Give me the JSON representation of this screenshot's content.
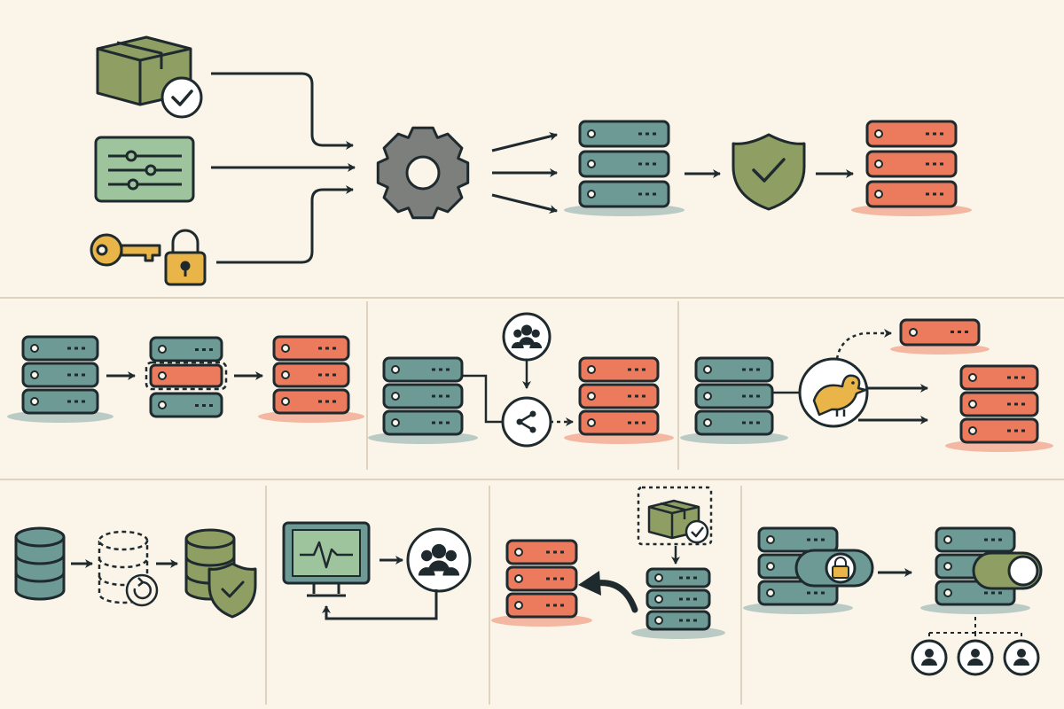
{
  "colors": {
    "background": "#fbf5e9",
    "ink": "#1f2a2e",
    "teal": "#6e9a95",
    "coral": "#ec7a5c",
    "olive": "#8f9f64",
    "mint": "#9dc49c",
    "gold": "#e9b548",
    "gear": "#7c7f7b",
    "teal_shadow": "#b9cbc4",
    "coral_shadow": "#f4b7a2",
    "divider": "#ddd3c0"
  },
  "rows": [
    {
      "name": "pipeline",
      "inputs": [
        "package-verified-icon",
        "config-sliders-icon",
        "key-lock-icon"
      ],
      "processor": "gear-icon",
      "stages": [
        "teal-server-stack",
        "shield-check-icon",
        "coral-server-stack"
      ]
    },
    {
      "name": "deployment-strategies",
      "panels": [
        "rolling-update",
        "blue-green-traffic-switch",
        "canary-release"
      ]
    },
    {
      "name": "operations",
      "panels": [
        "backup-and-restore",
        "monitoring-alerts",
        "rollback",
        "feature-flag-rollout"
      ]
    }
  ]
}
